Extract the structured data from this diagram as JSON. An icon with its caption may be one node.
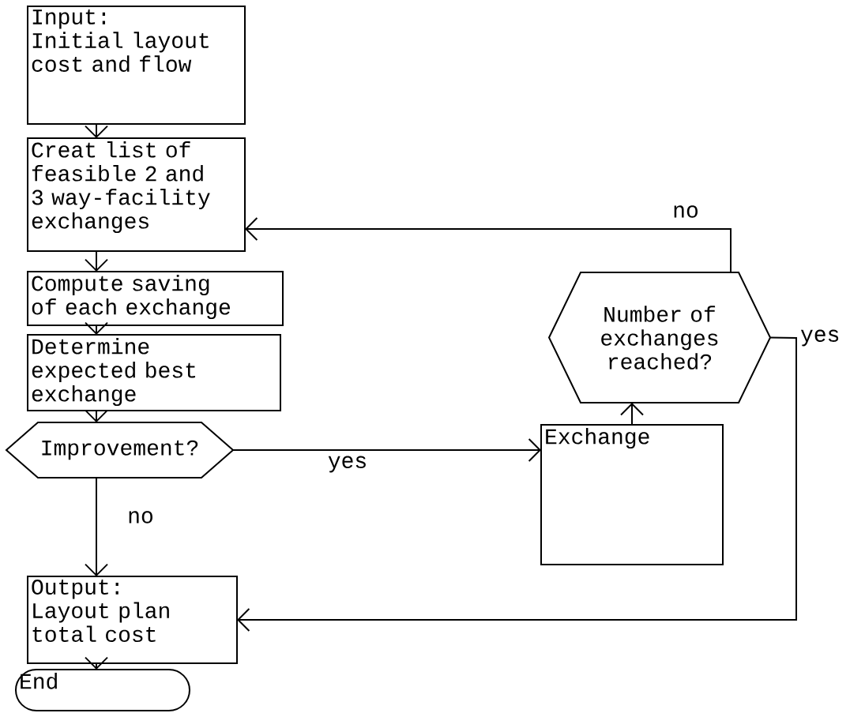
{
  "diagram": {
    "nodes": [
      {
        "text": [
          "Input:",
          "Initial layout cost and flow"
        ]
      },
      {
        "text": [
          "Creat list of feasible 2 and 3 way-facility exchanges"
        ]
      },
      {
        "text": [
          "Compute saving of each exchange"
        ]
      },
      {
        "text": [
          "Determine expected best exchange"
        ]
      },
      {
        "text": [
          "Improvement?"
        ]
      },
      {
        "text": [
          "Exchange"
        ]
      },
      {
        "text": [
          "Number of exchanges reached?"
        ]
      },
      {
        "text": [
          "Output:",
          "Layout plan total cost"
        ]
      },
      {
        "text": [
          "End"
        ]
      }
    ],
    "edges": [
      {
        "from": 0,
        "to": 1,
        "arrow": "to"
      },
      {
        "from": 1,
        "to": 2,
        "arrow": "to"
      },
      {
        "from": 2,
        "to": 3,
        "arrow": "to"
      },
      {
        "from": 3,
        "to": 4,
        "arrow": "to"
      },
      {
        "from": 4,
        "to": 7,
        "arrow": "to",
        "label": "no"
      },
      {
        "from": 4,
        "to": 5,
        "arrow": "to",
        "label": "yes"
      },
      {
        "from": 5,
        "to": 6,
        "arrow": "to"
      },
      {
        "from": 6,
        "to": 1,
        "arrow": "to",
        "label": "no"
      },
      {
        "from": 6,
        "to": 7,
        "arrow": "to",
        "label": "yes"
      },
      {
        "from": 7,
        "to": 8,
        "arrow": "to"
      }
    ]
  }
}
